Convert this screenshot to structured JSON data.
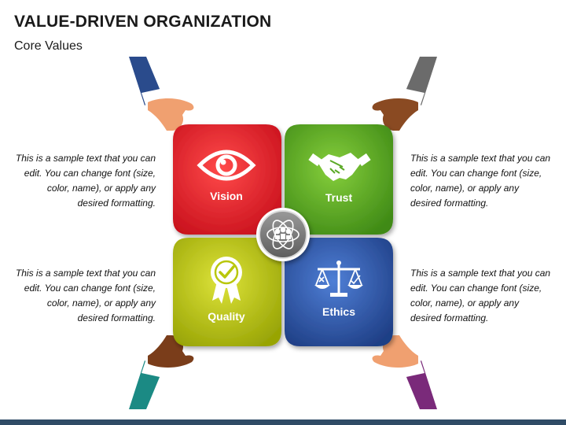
{
  "title": "VALUE-DRIVEN ORGANIZATION",
  "subtitle": "Core Values",
  "quadrants": [
    {
      "label": "Vision",
      "color": "#e8202a",
      "icon": "eye-icon"
    },
    {
      "label": "Trust",
      "color": "#5aa925",
      "icon": "handshake-icon"
    },
    {
      "label": "Quality",
      "color": "#b9c70c",
      "icon": "award-ribbon-icon"
    },
    {
      "label": "Ethics",
      "color": "#2b57a7",
      "icon": "scales-icon"
    }
  ],
  "center_icon": "team-network-icon",
  "descriptions": [
    "This is a sample text that you can edit. You can change font (size, color, name), or apply any desired formatting.",
    "This is a sample text that you can edit. You can change font (size, color, name), or apply any desired formatting.",
    "This is a sample text that you can edit. You can change font (size, color, name), or apply any desired formatting.",
    "This is a sample text that you can edit. You can change font (size, color, name), or apply any desired formatting."
  ],
  "sleeve_colors": [
    "#2a4b8c",
    "#6b6b6b",
    "#1b8a84",
    "#7a2a7a"
  ]
}
